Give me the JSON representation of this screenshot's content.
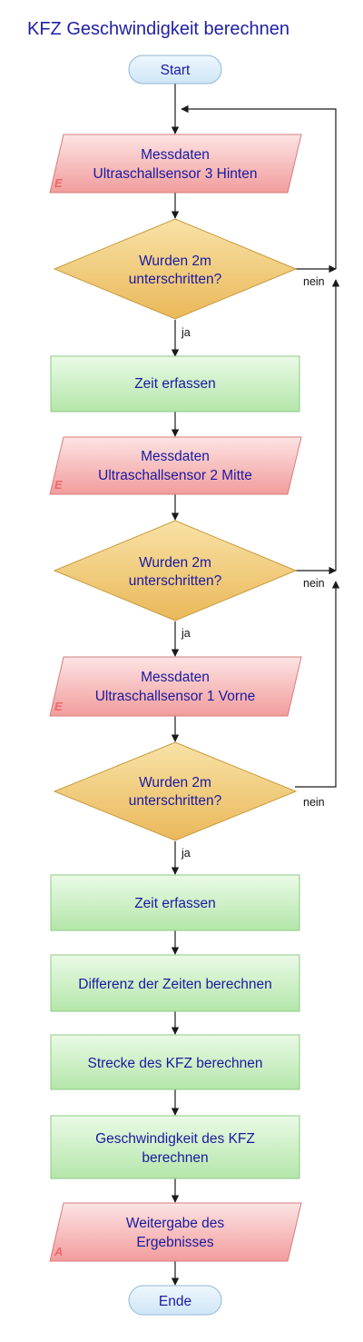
{
  "title": "KFZ Geschwindigkeit berechnen",
  "colors": {
    "terminal_fill": "#d7ebf8",
    "io_fill": "#f4a9a9",
    "process_fill": "#c7eec0",
    "decision_fill": "#f2cc78",
    "text": "#1a1aa0",
    "line": "#1a1a1a"
  },
  "nodes": {
    "start": "Start",
    "sensor3_a": "Messdaten",
    "sensor3_b": "Ultraschallsensor 3 Hinten",
    "dec1_a": "Wurden 2m",
    "dec1_b": "unterschritten?",
    "time1": "Zeit erfassen",
    "sensor2_a": "Messdaten",
    "sensor2_b": "Ultraschallsensor 2 Mitte",
    "dec2_a": "Wurden 2m",
    "dec2_b": "unterschritten?",
    "sensor1_a": "Messdaten",
    "sensor1_b": "Ultraschallsensor 1 Vorne",
    "dec3_a": "Wurden 2m",
    "dec3_b": "unterschritten?",
    "time2": "Zeit erfassen",
    "diff": "Differenz der Zeiten berechnen",
    "distance": "Strecke des KFZ berechnen",
    "speed_a": "Geschwindigkeit des KFZ",
    "speed_b": "berechnen",
    "output_a": "Weitergabe des",
    "output_b": "Ergebnisses",
    "end": "Ende"
  },
  "io_marks": {
    "input": "E",
    "output": "A"
  },
  "edge_labels": {
    "yes": "ja",
    "no": "nein"
  }
}
